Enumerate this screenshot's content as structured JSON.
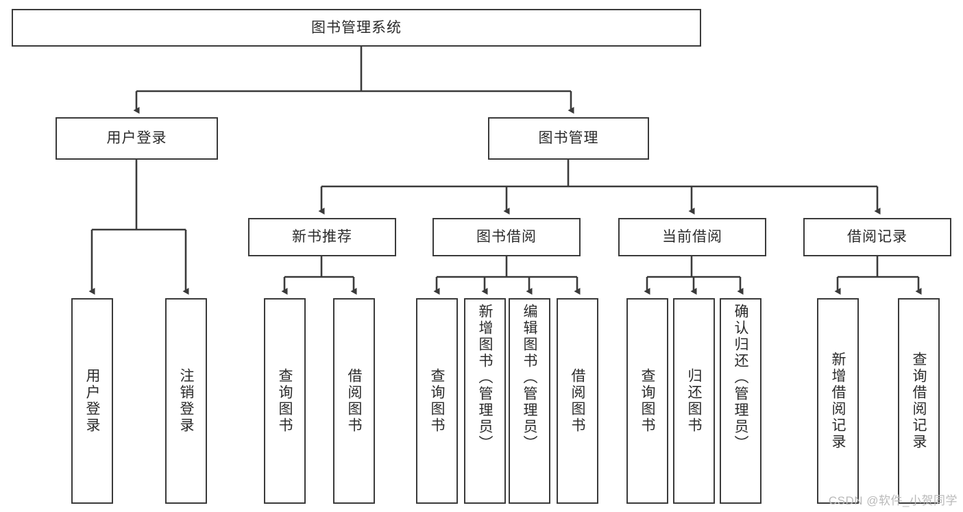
{
  "diagram": {
    "title_node": {
      "label": "图书管理系统"
    },
    "level2": [
      {
        "id": "user-login",
        "label": "用户登录"
      },
      {
        "id": "book-management",
        "label": "图书管理"
      }
    ],
    "level3": [
      {
        "id": "new-book-recommend",
        "label": "新书推荐"
      },
      {
        "id": "book-borrow",
        "label": "图书借阅"
      },
      {
        "id": "current-borrow",
        "label": "当前借阅"
      },
      {
        "id": "borrow-record",
        "label": "借阅记录"
      }
    ],
    "leaves": {
      "user_login": [
        {
          "id": "leaf-user-login",
          "label": "用户登录"
        },
        {
          "id": "leaf-logout-login",
          "label": "注销登录"
        }
      ],
      "new_book_recommend": [
        {
          "id": "leaf-query-book-1",
          "label": "查询图书"
        },
        {
          "id": "leaf-borrow-book-1",
          "label": "借阅图书"
        }
      ],
      "book_borrow": [
        {
          "id": "leaf-query-book-2",
          "label": "查询图书"
        },
        {
          "id": "leaf-add-book",
          "label": "新增图书（管理员）"
        },
        {
          "id": "leaf-edit-book",
          "label": "编辑图书（管理员）"
        },
        {
          "id": "leaf-borrow-book-2",
          "label": "借阅图书"
        }
      ],
      "current_borrow": [
        {
          "id": "leaf-query-book-3",
          "label": "查询图书"
        },
        {
          "id": "leaf-return-book",
          "label": "归还图书"
        },
        {
          "id": "leaf-confirm-return",
          "label": "确认归还（管理员）"
        }
      ],
      "borrow_record": [
        {
          "id": "leaf-add-record",
          "label": "新增借阅记录"
        },
        {
          "id": "leaf-query-record",
          "label": "查询借阅记录"
        }
      ]
    },
    "watermark": "CSDN @软件_小贺同学",
    "colors": {
      "stroke": "#3a3a3a",
      "text": "#2b2b2b",
      "background": "#ffffff",
      "watermark": "#b9b9b9"
    }
  }
}
